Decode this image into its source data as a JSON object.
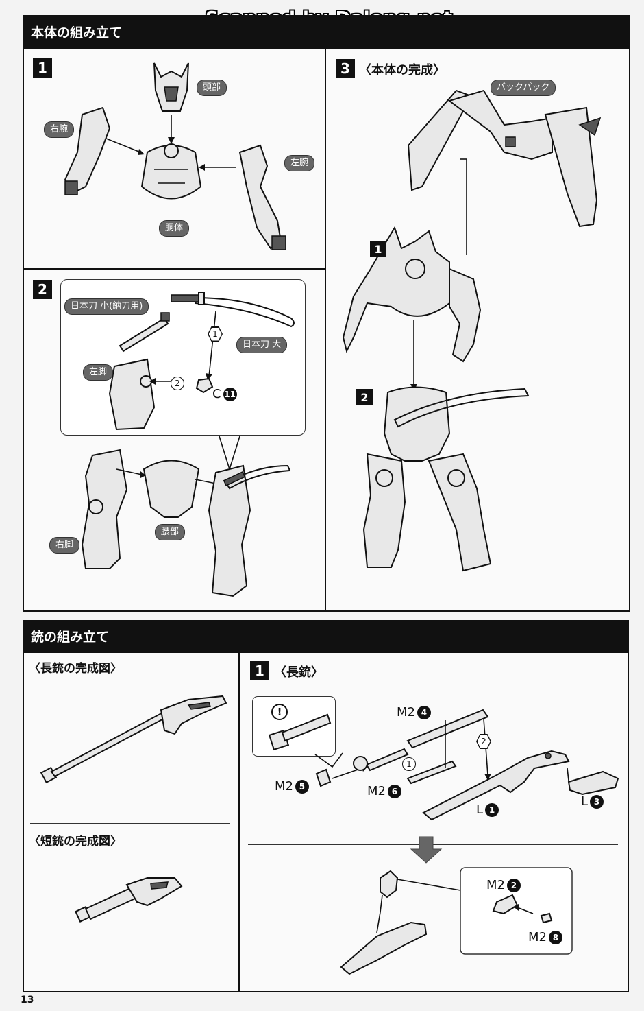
{
  "watermark": "Scanned by Dalong.net",
  "page_number": "13",
  "body_section": {
    "title": "本体の組み立て",
    "step1": {
      "number": "1",
      "labels": {
        "head": "頭部",
        "right_arm": "右腕",
        "left_arm": "左腕",
        "torso": "胴体"
      }
    },
    "step2": {
      "number": "2",
      "labels": {
        "small_katana": "日本刀 小(納刀用)",
        "large_katana": "日本刀 大",
        "left_leg": "左脚",
        "right_leg": "右脚",
        "waist": "腰部"
      },
      "marks": {
        "hex1": "1",
        "circ2": "2",
        "part_c": "C",
        "part_c_num": "11"
      }
    },
    "step3": {
      "number": "3",
      "title": "〈本体の完成〉",
      "labels": {
        "backpack": "バックパック"
      },
      "sub_markers": {
        "m1": "1",
        "m2": "2"
      }
    }
  },
  "gun_section": {
    "title": "銃の組み立て",
    "long_gun_complete": "〈長銃の完成図〉",
    "short_gun_complete": "〈短銃の完成図〉",
    "step1": {
      "number": "1",
      "title": "〈長銃〉",
      "notice_icon": "exclamation-icon",
      "parts": {
        "m2_4": {
          "code": "M2",
          "num": "4"
        },
        "m2_5": {
          "code": "M2",
          "num": "5"
        },
        "m2_6": {
          "code": "M2",
          "num": "6"
        },
        "l_1": {
          "code": "L",
          "num": "1"
        },
        "l_3": {
          "code": "L",
          "num": "3"
        },
        "m2_2": {
          "code": "M2",
          "num": "2"
        },
        "m2_8": {
          "code": "M2",
          "num": "8"
        }
      },
      "marks": {
        "circ1": "1",
        "hex2": "2"
      }
    }
  }
}
